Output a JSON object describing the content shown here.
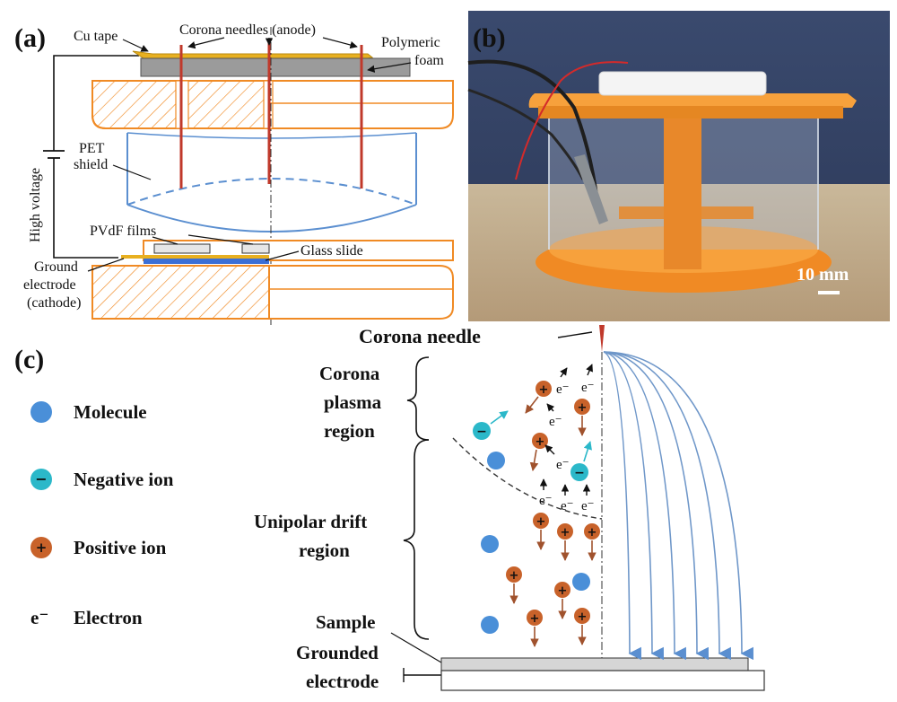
{
  "panel_a": {
    "letter": "(a)",
    "labels": {
      "cu_tape": "Cu tape",
      "corona_needles": "Corona needles (anode)",
      "polymeric_foam_1": "Polymeric",
      "polymeric_foam_2": "foam",
      "pet_1": "PET",
      "pet_2": "shield",
      "high_voltage": "High voltage",
      "pvdf_films": "PVdF films",
      "glass_slide": "Glass slide",
      "ground_1": "Ground",
      "ground_2": "electrode",
      "ground_3": "(cathode)"
    },
    "colors": {
      "orange": "#f08a24",
      "cu": "#e8b020",
      "needle": "#c0392b",
      "pet": "#5b8fd0",
      "foam": "#9b9b9b",
      "glass": "#3b6fd6"
    }
  },
  "panel_b": {
    "letter": "(b)",
    "scale_label": "10 mm"
  },
  "panel_c": {
    "letter": "(c)",
    "legend": [
      {
        "symbol": "",
        "label": "Molecule",
        "kind": "molecule"
      },
      {
        "symbol": "−",
        "label": "Negative ion",
        "kind": "negative"
      },
      {
        "symbol": "+",
        "label": "Positive ion",
        "kind": "positive"
      },
      {
        "symbol": "e⁻",
        "label": "Electron",
        "kind": "electron"
      }
    ],
    "labels": {
      "corona_needle": "Corona needle",
      "plasma_1": "Corona",
      "plasma_2": "plasma",
      "plasma_3": "region",
      "drift_1": "Unipolar drift",
      "drift_2": "region",
      "sample": "Sample",
      "grounded_1": "Grounded",
      "grounded_2": "electrode"
    },
    "electron_text": "e⁻",
    "colors": {
      "molecule": "#4a8fd8",
      "negative": "#2bb8c9",
      "positive": "#c8622a",
      "field": "#6f97c9"
    }
  }
}
